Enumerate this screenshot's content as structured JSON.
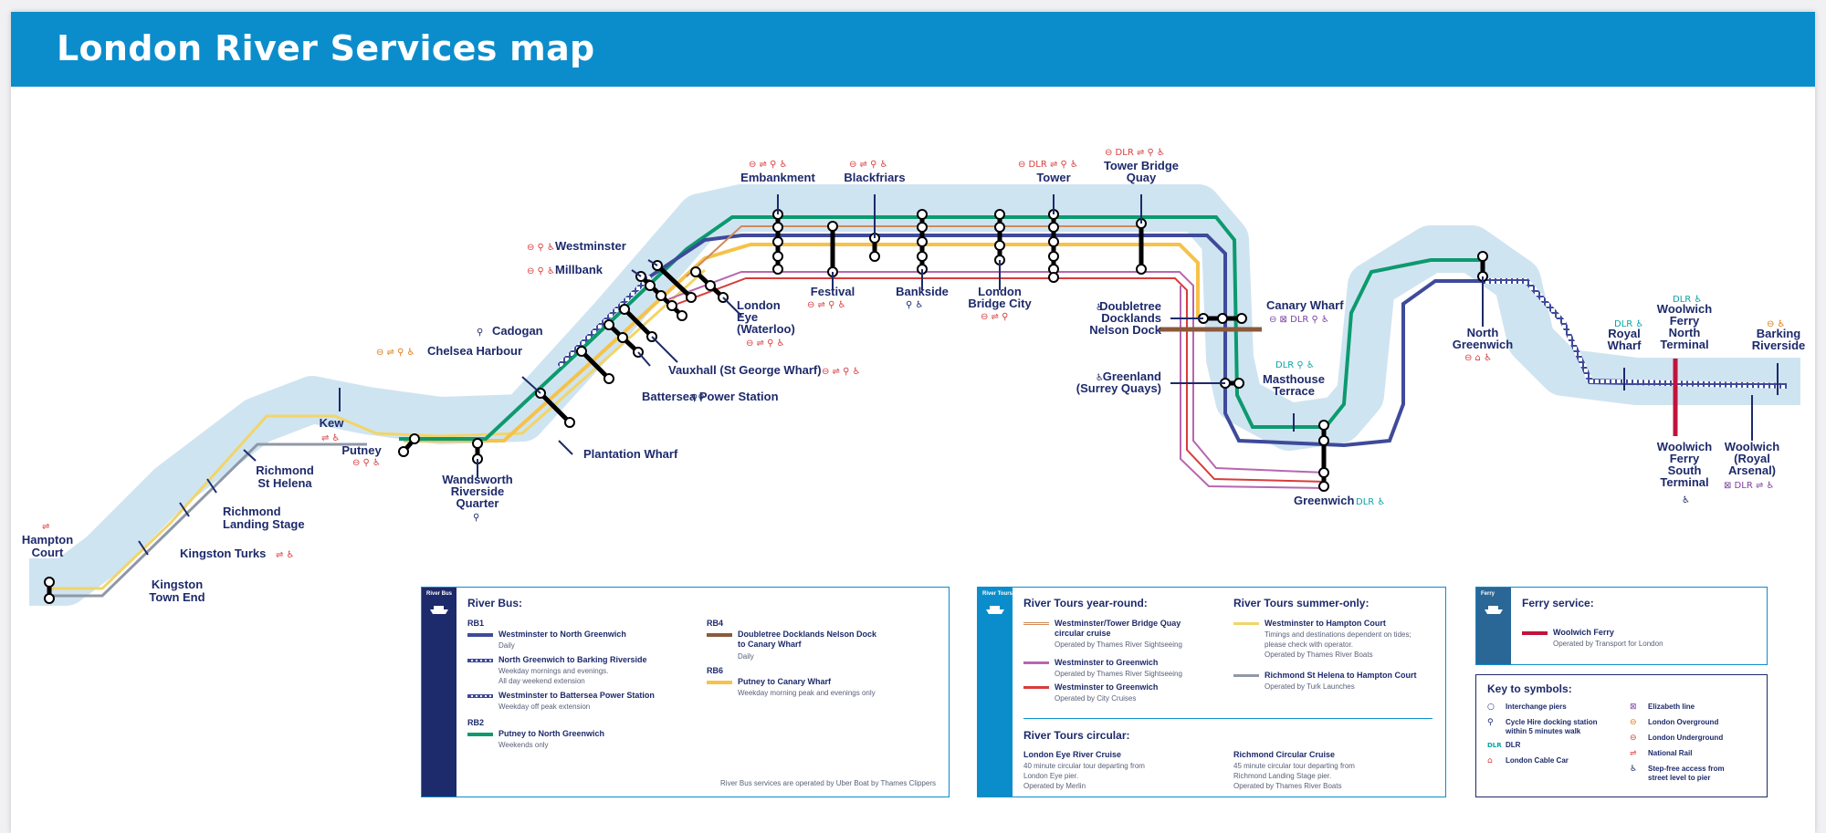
{
  "title": "London River Services map",
  "colors": {
    "header": "#0b8dcc",
    "river": "#cfe4f1",
    "rb1": "#3e4a9a",
    "rb2": "#0c9a6e",
    "rb4": "#8b5a3c",
    "rb6": "#f5c24a",
    "tour_tower": "#d08a5a",
    "tour_greenwich_sightseeing": "#b866b0",
    "tour_greenwich_city": "#d83c3c",
    "tour_hampton": "#f2d468",
    "tour_richmond": "#8f98a8",
    "ferry": "#c0143c"
  },
  "piers": {
    "hampton_court": "Hampton\nCourt",
    "kingston_town_end": "Kingston\nTown End",
    "kingston_turks": "Kingston Turks",
    "richmond_landing_stage": "Richmond\nLanding Stage",
    "richmond_st_helena": "Richmond\nSt Helena",
    "kew": "Kew",
    "putney": "Putney",
    "wandsworth": "Wandsworth\nRiverside\nQuarter",
    "plantation_wharf": "Plantation Wharf",
    "chelsea_harbour": "Chelsea Harbour",
    "cadogan": "Cadogan",
    "battersea_power_station": "Battersea Power Station",
    "vauxhall": "Vauxhall (St George Wharf)",
    "millbank": "Millbank",
    "westminster": "Westminster",
    "london_eye": "London\nEye\n(Waterloo)",
    "embankment": "Embankment",
    "festival": "Festival",
    "blackfriars": "Blackfriars",
    "bankside": "Bankside",
    "london_bridge_city": "London\nBridge City",
    "tower": "Tower",
    "tower_bridge_quay": "Tower Bridge\nQuay",
    "doubletree": "Doubletree\nDocklands\nNelson Dock",
    "canary_wharf": "Canary Wharf",
    "greenland": "Greenland\n(Surrey Quays)",
    "masthouse_terrace": "Masthouse\nTerrace",
    "greenwich": "Greenwich",
    "north_greenwich": "North\nGreenwich",
    "royal_wharf": "Royal\nWharf",
    "woolwich_north": "Woolwich\nFerry\nNorth\nTerminal",
    "woolwich_south": "Woolwich\nFerry\nSouth\nTerminal",
    "woolwich_royal_arsenal": "Woolwich\n(Royal\nArsenal)",
    "barking_riverside": "Barking\nRiverside"
  },
  "river_bus": {
    "strip_label": "River Bus",
    "heading": "River Bus:",
    "rb1_code": "RB1",
    "rb1_entries": [
      {
        "title": "Westminster to North Greenwich",
        "desc": "Daily"
      },
      {
        "title": "North Greenwich to Barking Riverside",
        "desc": "Weekday mornings and evenings.\nAll day weekend extension"
      },
      {
        "title": "Westminster to Battersea Power Station",
        "desc": "Weekday off peak extension"
      }
    ],
    "rb2_code": "RB2",
    "rb2_entry": {
      "title": "Putney to North Greenwich",
      "desc": "Weekends only"
    },
    "rb4_code": "RB4",
    "rb4_entry": {
      "title": "Doubletree Docklands Nelson Dock\nto Canary Wharf",
      "desc": "Daily"
    },
    "rb6_code": "RB6",
    "rb6_entry": {
      "title": "Putney to Canary Wharf",
      "desc": "Weekday morning peak and evenings only"
    },
    "footer": "River Bus services are operated by Uber Boat by Thames Clippers"
  },
  "river_tours": {
    "strip_label": "River Tours",
    "year_round_heading": "River Tours year-round:",
    "year_round": [
      {
        "title": "Westminster/Tower Bridge Quay\ncircular cruise",
        "desc": "Operated by Thames River Sightseeing"
      },
      {
        "title": "Westminster to Greenwich",
        "desc": "Operated by Thames River Sightseeing"
      },
      {
        "title": "Westminster to Greenwich",
        "desc": "Operated by City Cruises"
      }
    ],
    "summer_heading": "River Tours summer-only:",
    "summer": [
      {
        "title": "Westminster to Hampton Court",
        "desc": "Timings and destinations dependent on tides;\nplease check with operator.\nOperated by Thames River Boats"
      },
      {
        "title": "Richmond St Helena to Hampton Court",
        "desc": "Operated by Turk Launches"
      }
    ],
    "circular_heading": "River Tours circular:",
    "circular": [
      {
        "title": "London Eye River Cruise",
        "desc": "40 minute circular tour departing from\nLondon Eye pier.\nOperated by Merlin"
      },
      {
        "title": "Richmond Circular Cruise",
        "desc": "45 minute circular tour departing from\nRichmond Landing Stage pier.\nOperated by Thames River Boats"
      }
    ]
  },
  "ferry": {
    "strip_label": "Ferry",
    "heading": "Ferry service:",
    "entry": {
      "title": "Woolwich Ferry",
      "desc": "Operated by Transport for London"
    }
  },
  "key": {
    "heading": "Key to symbols:",
    "left": [
      "Interchange piers",
      "Cycle Hire docking station\nwithin 5 minutes walk",
      "DLR",
      "London Cable Car"
    ],
    "right": [
      "Elizabeth line",
      "London Overground",
      "London Underground",
      "National Rail",
      "Step-free access from\nstreet level to pier"
    ]
  }
}
